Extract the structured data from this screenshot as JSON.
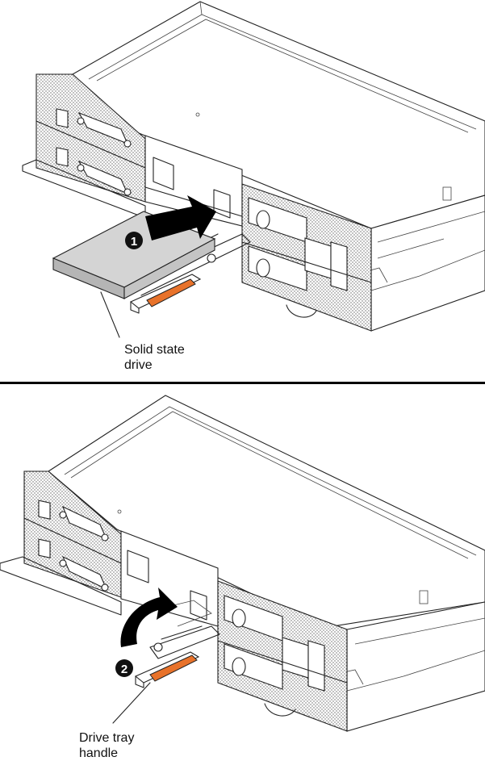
{
  "steps": [
    {
      "number": "1",
      "label_lines": [
        "Solid state",
        "drive"
      ]
    },
    {
      "number": "2",
      "label_lines": [
        "Drive tray",
        "handle"
      ]
    }
  ],
  "colors": {
    "handle": "#e8722a",
    "arrow": "#000000",
    "drive_top": "#d4d4d4",
    "drive_side": "#b5b5b5"
  },
  "icons": [
    "step-badge-1",
    "step-badge-2",
    "insert-arrow",
    "rotate-arrow"
  ]
}
